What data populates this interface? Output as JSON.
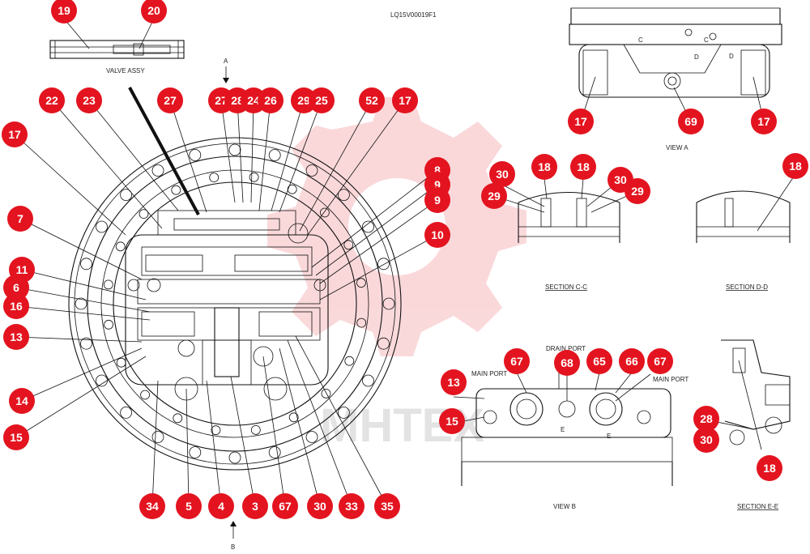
{
  "drawing_id": "LQ15V00019F1",
  "labels": {
    "valve_assy": "VALVE ASSY",
    "view_a": "VIEW  A",
    "view_b": "VIEW  B",
    "section_cc": "SECTION  C-C",
    "section_dd": "SECTION  D-D",
    "section_ee": "SECTION  E-E",
    "main_port_left": "MAIN PORT",
    "main_port_right": "MAIN PORT",
    "drain_port": "DRAIN PORT",
    "arrow_a": "A",
    "arrow_b": "B",
    "marker_c_left": "C",
    "marker_c_right": "C",
    "marker_d_upper": "D",
    "marker_d_right": "D",
    "marker_e_left": "E",
    "marker_e_right": "E"
  },
  "watermark": "MHTEX",
  "accent_color": "#e3141f",
  "callouts": [
    "19",
    "20",
    "22",
    "23",
    "27",
    "27",
    "28",
    "24",
    "26",
    "29",
    "25",
    "52",
    "17",
    "17",
    "8",
    "9",
    "9",
    "10",
    "7",
    "11",
    "6",
    "16",
    "13",
    "14",
    "15",
    "34",
    "5",
    "4",
    "3",
    "67",
    "30",
    "33",
    "35",
    "17",
    "69",
    "17",
    "30",
    "29",
    "18",
    "18",
    "30",
    "29",
    "18",
    "13",
    "15",
    "67",
    "68",
    "65",
    "66",
    "67",
    "28",
    "30",
    "18"
  ]
}
